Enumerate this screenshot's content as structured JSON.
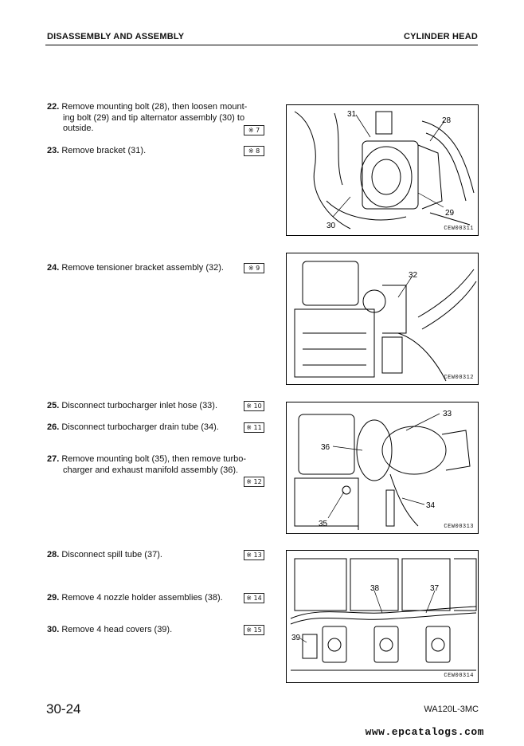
{
  "header": {
    "left": "DISASSEMBLY AND ASSEMBLY",
    "right": "CYLINDER HEAD"
  },
  "steps": [
    {
      "num": "22.",
      "text": "Remove mounting bolt (28), then loosen mount-",
      "cont": [
        "ing bolt (29) and tip alternator assembly (30) to",
        "outside."
      ],
      "ref": "※ 7"
    },
    {
      "num": "23.",
      "text": "Remove bracket (31).",
      "ref": "※ 8"
    },
    {
      "num": "24.",
      "text": "Remove tensioner bracket assembly (32).",
      "ref": "※ 9"
    },
    {
      "num": "25.",
      "text": "Disconnect turbocharger inlet hose (33).",
      "ref": "※ 10"
    },
    {
      "num": "26.",
      "text": "Disconnect turbocharger drain tube (34).",
      "ref": "※ 11"
    },
    {
      "num": "27.",
      "text": "Remove mounting bolt (35), then remove turbo-",
      "cont": [
        "charger and exhaust manifold assembly (36)."
      ],
      "ref": "※ 12"
    },
    {
      "num": "28.",
      "text": "Disconnect spill tube (37).",
      "ref": "※ 13"
    },
    {
      "num": "29.",
      "text": "Remove 4 nozzle holder assemblies (38).",
      "ref": "※ 14"
    },
    {
      "num": "30.",
      "text": "Remove 4 head covers (39).",
      "ref": "※ 15"
    }
  ],
  "figures": [
    {
      "code": "CEW00311",
      "callouts": [
        "31",
        "28",
        "29",
        "30"
      ]
    },
    {
      "code": "CEW00312",
      "callouts": [
        "32"
      ]
    },
    {
      "code": "CEW00313",
      "callouts": [
        "33",
        "36",
        "34",
        "35"
      ]
    },
    {
      "code": "CEW00314",
      "callouts": [
        "38",
        "37",
        "39"
      ]
    }
  ],
  "footer": {
    "page": "30-24",
    "model": "WA120L-3MC"
  },
  "watermark": "www.epcatalogs.com"
}
